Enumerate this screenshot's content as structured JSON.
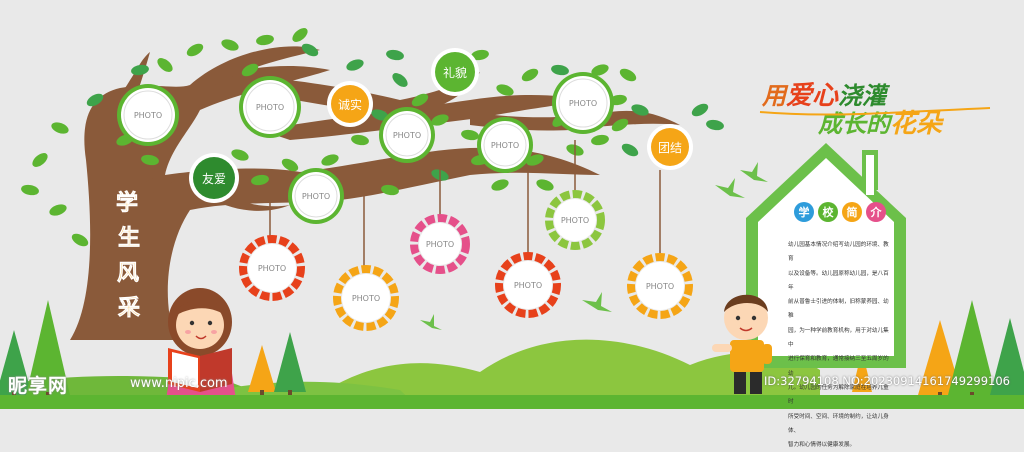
{
  "colors": {
    "background": "#e9e9e9",
    "trunk": "#8a5a3a",
    "leaf_green": "#5cb531",
    "dark_green": "#2e8b2e",
    "orange": "#f5a516",
    "red": "#e7411b",
    "pink": "#e5508a",
    "yellow_green": "#8cc63f",
    "house_green": "#6cc04a"
  },
  "header": {
    "line1_a": "用",
    "line1_b": "爱心",
    "line1_c": "浇灌",
    "line2_a": "成长的",
    "line2_b": "花朵"
  },
  "tree_title": [
    "学",
    "生",
    "风",
    "采"
  ],
  "photo_label": "PHOTO",
  "values": {
    "friendly": "友爱",
    "honest": "诚实",
    "polite": "礼貌",
    "unity": "团结"
  },
  "school": {
    "title_chars": [
      "学",
      "校",
      "简",
      "介"
    ],
    "intro_lines": [
      "幼儿园基本情况介绍写幼儿园的环境、教育",
      "以及设备等。幼儿园原称幼儿园，是八百年",
      "前从普鲁士引进的体制，旧称蒙养园、幼稚",
      "园，为一种学前教育机构，用于对幼儿集中",
      "进行保育和教育，通常接纳三至五周岁的幼",
      "儿。幼儿园的任务为解除家庭在培养儿童时",
      "所受时间、空间、环境的制约，让幼儿身体、",
      "智力和心情得以健康发展。"
    ]
  },
  "watermark": {
    "logo": "昵享网",
    "url": "www.nipic.com",
    "id": "ID:32794108 NO:20230914161749299106"
  }
}
